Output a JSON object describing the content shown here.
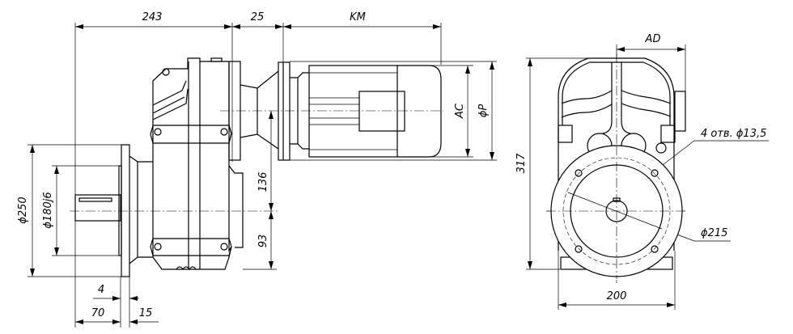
{
  "drawing": {
    "side_view": {
      "dim_length_gearbox": "243",
      "dim_adapter": "25",
      "dim_motor_length": "KM",
      "dim_motor_ac": "AC",
      "dim_motor_flange": "ϕP",
      "dim_center_upper": "136",
      "dim_center_lower": "93",
      "dim_flange_outer": "ϕ250",
      "dim_flange_spigot": "ϕ180j6",
      "dim_spigot": "4",
      "dim_shaft": "70",
      "dim_flange_thickness": "15"
    },
    "front_view": {
      "dim_ad": "AD",
      "dim_height": "317",
      "dim_width": "200",
      "holes_note": "4 отв. ϕ13,5",
      "dim_bolt_circle": "ϕ215"
    }
  }
}
